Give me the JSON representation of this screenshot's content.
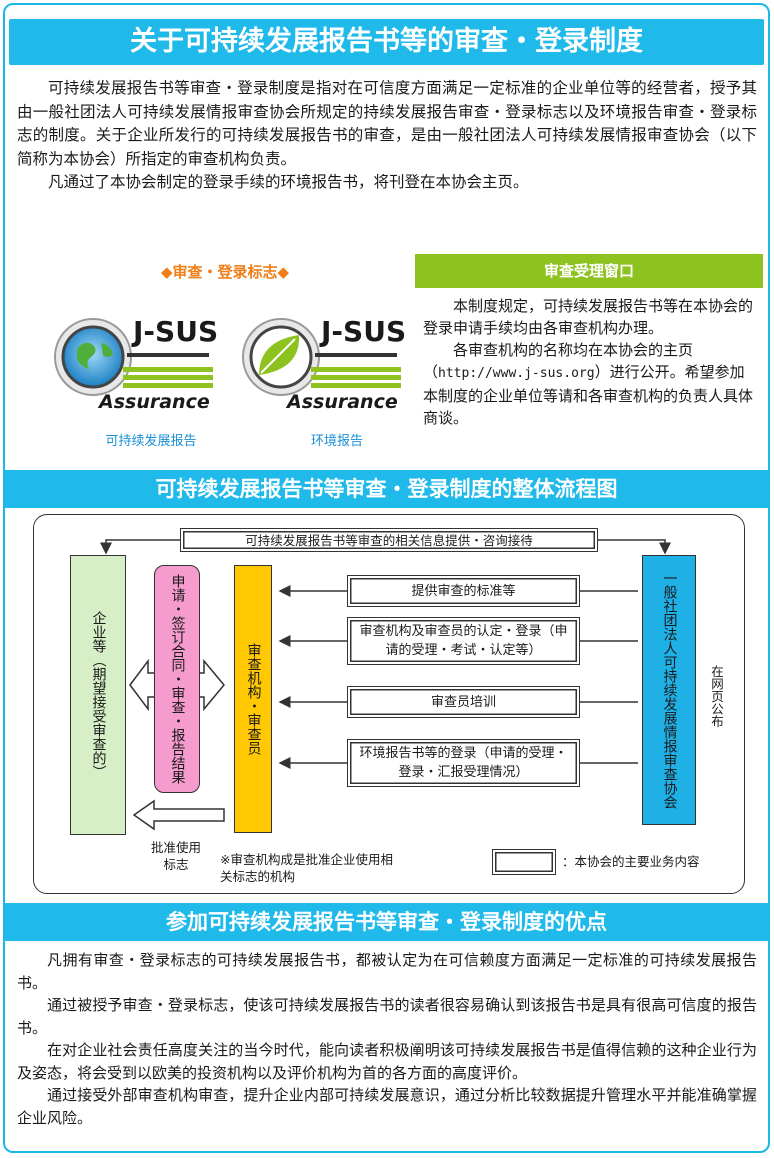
{
  "title": "关于可持续发展报告书等的审查・登录制度",
  "intro": {
    "p1": "可持续发展报告书等审查・登录制度是指对在可信度方面满足一定标准的企业单位等的经营者，授予其由一般社团法人可持续发展情报审查协会所规定的持续发展报告审查・登录标志以及环境报告审查・登录标志的制度。关于企业所发行的可持续发展报告书的审查，是由一般社团法人可持续发展情报审查协会（以下简称为本协会）所指定的审查机构负责。",
    "p2": "凡通过了本协会制定的登录手续的环境报告书，将刊登在本协会主页。"
  },
  "marks": {
    "title": "◆审查・登录标志◆",
    "logo_text": "J-SUS",
    "logo_sub": "Assurance",
    "caption_sustainability": "可持续发展报告",
    "caption_environment": "环境报告"
  },
  "window": {
    "title": "审查受理窗口",
    "p1": "本制度规定，可持续发展报告书等在本协会的登录申请手续均由各审查机构办理。",
    "p2_before": "各审查机构的名称均在本协会的主页（",
    "p2_url": "http://www.j-sus.org",
    "p2_after": "）进行公开。希望参加本制度的企业单位等请和各审查机构的负责人具体商谈。"
  },
  "flow": {
    "title": "可持续发展报告书等审查・登录制度的整体流程图",
    "top_box": "可持续发展报告书等审查的相关信息提供・咨询接待",
    "company": "企业等（期望接受审查的）",
    "process": "申请・签订合同・审查・报告结果",
    "auditor": "审查机构・审查员",
    "association": "一般社团法人可持续发展情报审查协会",
    "web": "在网页公布",
    "services": [
      "提供审查的标准等",
      "审查机构及审查员的认定・登录（申请的受理・考试・认定等）",
      "审查员培训",
      "环境报告书等的登录（申请的受理・登录・汇报受理情况）"
    ],
    "approve": "批准使用标志",
    "note": "※审查机构成是批准企业使用相关标志的机构",
    "legend": "：本协会的主要业务内容"
  },
  "advantages": {
    "title": "参加可持续发展报告书等审查・登录制度的优点",
    "paras": [
      "凡拥有审查・登录标志的可持续发展报告书，都被认定为在可信赖度方面满足一定标准的可持续发展报告书。",
      "通过被授予审查・登录标志，使该可持续发展报告书的读者很容易确认到该报告书是具有很高可信度的报告书。",
      "在对企业社会责任高度关注的当今时代，能向读者积极阐明该可持续发展报告书是值得信赖的这种企业行为及姿态，将会受到以欧美的投资机构以及评价机构为首的各方面的高度评价。",
      "通过接受外部审查机构审查，提升企业内部可持续发展意识，通过分析比较数据提升管理水平并能准确掌握企业风险。"
    ]
  },
  "colors": {
    "cyan": "#1fb9ea",
    "green": "#8dc21f",
    "orange": "#f07f1a",
    "pink": "#f59bce",
    "yellow": "#ffc800"
  }
}
